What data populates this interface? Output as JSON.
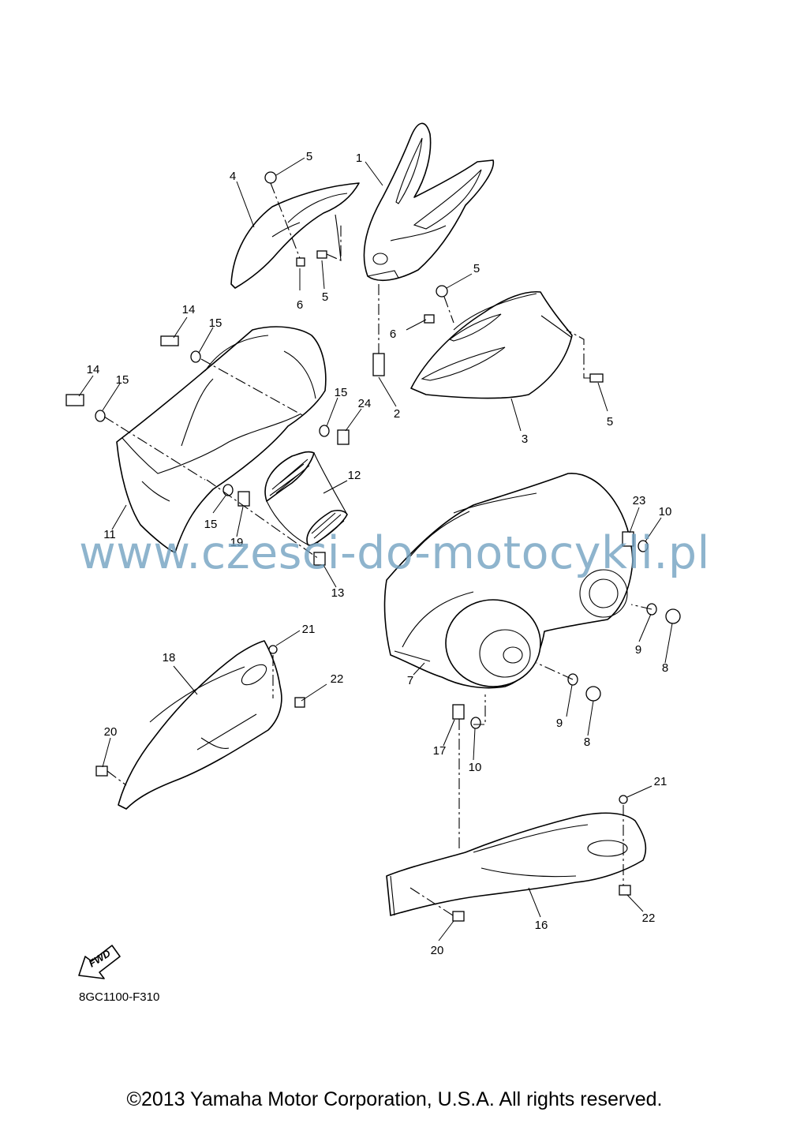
{
  "diagram": {
    "callouts": {
      "c1": "1",
      "c2": "2",
      "c3": "3",
      "c4": "4",
      "c5a": "5",
      "c5b": "5",
      "c5c": "5",
      "c5d": "5",
      "c6a": "6",
      "c6b": "6",
      "c7": "7",
      "c8a": "8",
      "c8b": "8",
      "c9a": "9",
      "c9b": "9",
      "c10a": "10",
      "c10b": "10",
      "c11": "11",
      "c12": "12",
      "c13": "13",
      "c14a": "14",
      "c14b": "14",
      "c15a": "15",
      "c15b": "15",
      "c15c": "15",
      "c15d": "15",
      "c16": "16",
      "c17": "17",
      "c18": "18",
      "c19": "19",
      "c20a": "20",
      "c20b": "20",
      "c21a": "21",
      "c21b": "21",
      "c22a": "22",
      "c22b": "22",
      "c23": "23",
      "c24": "24"
    },
    "fwd_label": "FWD",
    "code": "8GC1100-F310"
  },
  "watermark": "www.czesci-do-motocykli.pl",
  "copyright": "©2013 Yamaha Motor Corporation, U.S.A. All rights reserved.",
  "colors": {
    "watermark": "#6f9fc0",
    "line": "#000000",
    "background": "#ffffff"
  }
}
